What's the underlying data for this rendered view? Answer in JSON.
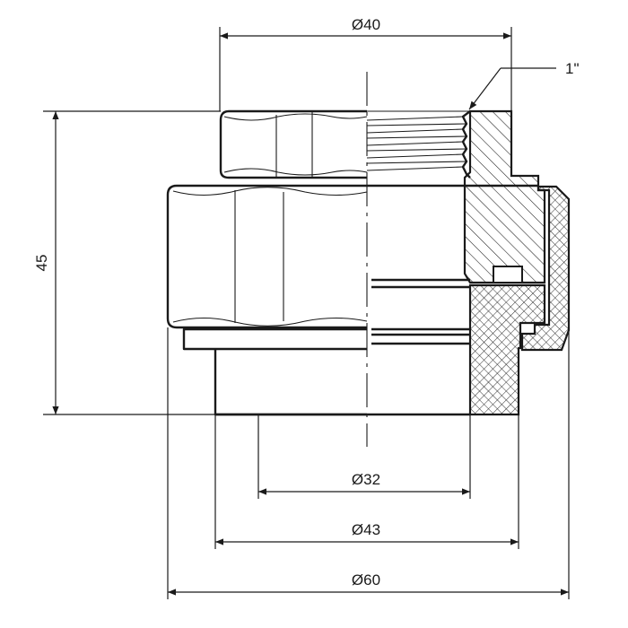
{
  "drawing": {
    "dimensions": {
      "top_diameter": "Ø40",
      "height": "45",
      "thread": "1\"",
      "inner_diameter": "Ø32",
      "socket_diameter": "Ø43",
      "outer_diameter": "Ø60"
    },
    "colors": {
      "line": "#1a1a1a",
      "background": "#ffffff"
    }
  }
}
